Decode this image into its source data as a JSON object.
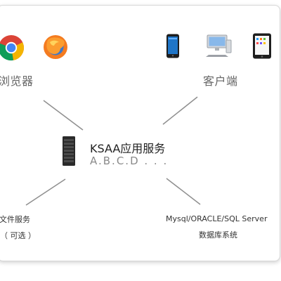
{
  "groups": {
    "browsers": {
      "label": "浏览器",
      "icons": [
        "chrome-icon",
        "firefox-icon"
      ]
    },
    "clients": {
      "label": "客户端",
      "icons": [
        "smartphone-icon",
        "desktop-computer-icon",
        "tablet-icon"
      ]
    }
  },
  "center": {
    "title": "KSAA应用服务",
    "subtitle": "A.B.C.D . . ."
  },
  "file_service": {
    "line1": "文件服务",
    "line2": "（ 可选 ）"
  },
  "database": {
    "line1": "Mysql/ORACLE/SQL Server",
    "line2": "数据库系统"
  },
  "colors": {
    "connector": "#8f8f8f",
    "label_gray": "#666666",
    "title_dark": "#1f1f1f"
  }
}
